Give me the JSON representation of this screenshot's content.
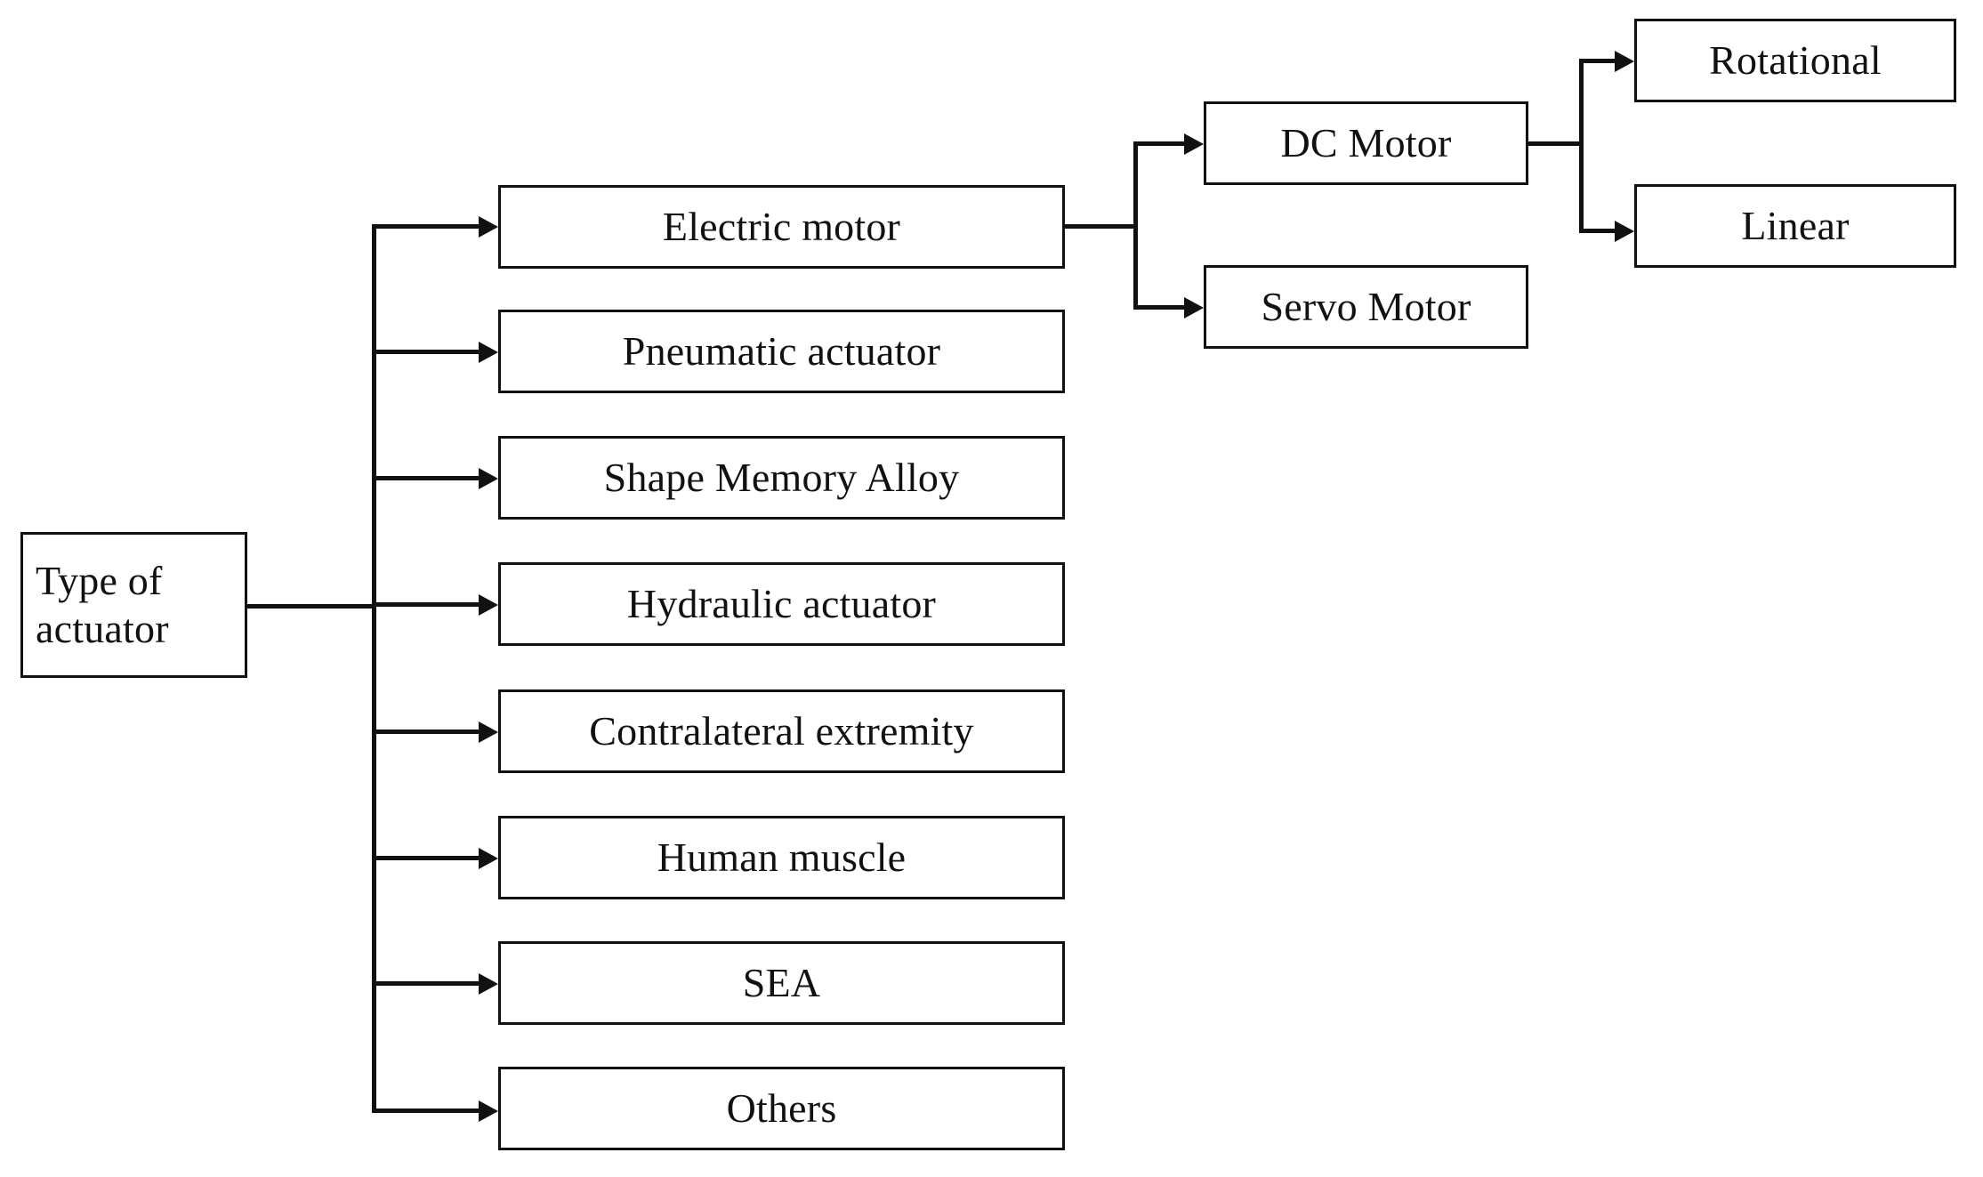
{
  "diagram": {
    "title": "Type of actuator classification",
    "line_color": "#111111",
    "box_border_color": "#111111",
    "background": "#ffffff",
    "root": {
      "label": "Type of\nactuator"
    },
    "level1": [
      {
        "label": "Electric motor"
      },
      {
        "label": "Pneumatic actuator"
      },
      {
        "label": "Shape Memory Alloy"
      },
      {
        "label": "Hydraulic actuator"
      },
      {
        "label": "Contralateral extremity"
      },
      {
        "label": "Human muscle"
      },
      {
        "label": "SEA"
      },
      {
        "label": "Others"
      }
    ],
    "level2": [
      {
        "label": "DC Motor"
      },
      {
        "label": "Servo Motor"
      }
    ],
    "level3": [
      {
        "label": "Rotational"
      },
      {
        "label": "Linear"
      }
    ]
  }
}
